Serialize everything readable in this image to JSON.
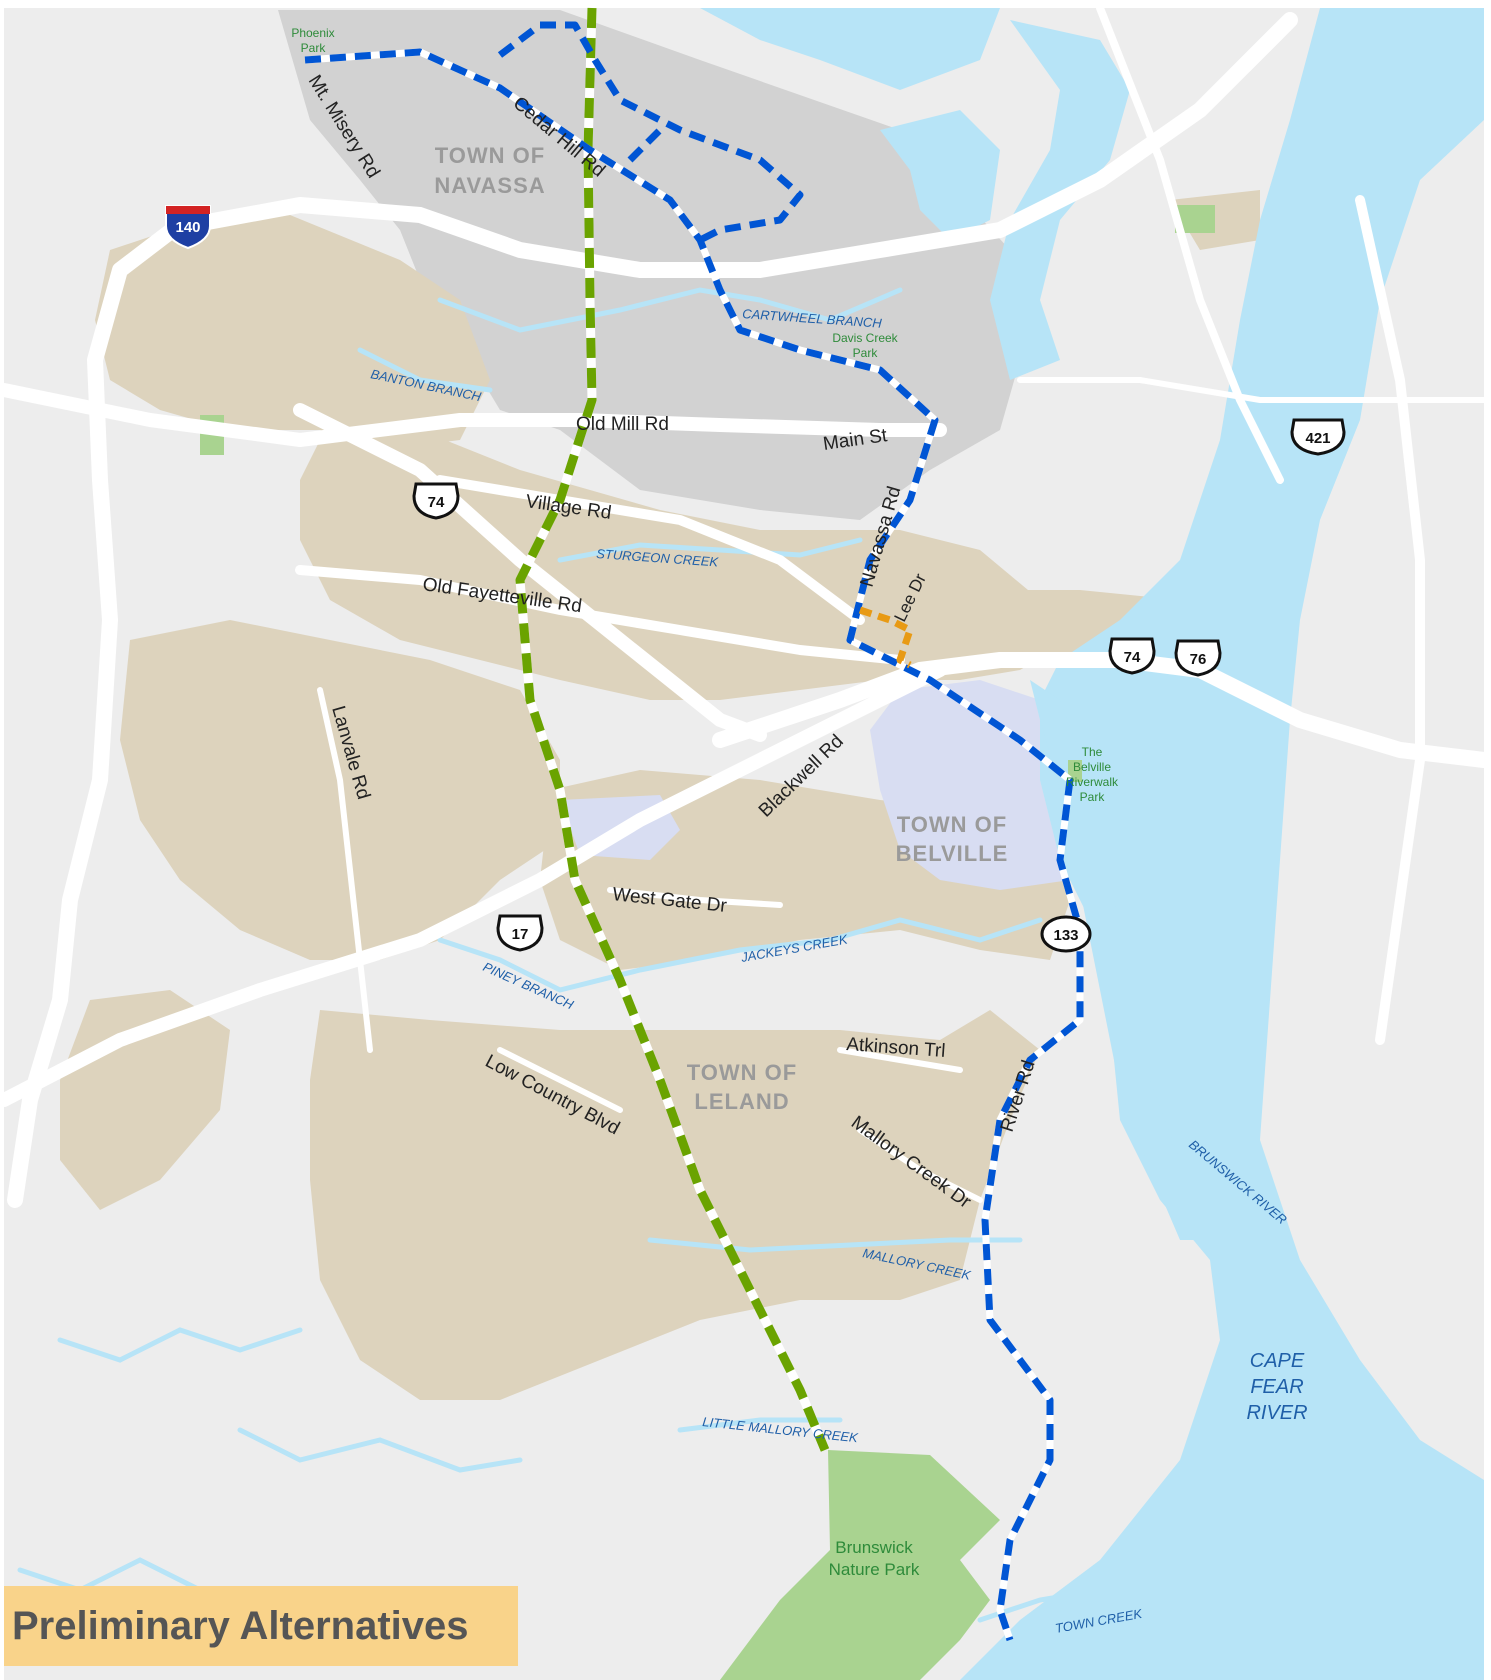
{
  "title": "Preliminary Alternatives",
  "colors": {
    "background": "#ededed",
    "water": "#b7e4f7",
    "urban": "#ddd3bd",
    "navassa_area": "#d2d2d2",
    "belville_area": "#d8ddf2",
    "park": "#a9d390",
    "road": "#ffffff",
    "alternative_blue": "#0055d4",
    "alternative_green": "#6aa300",
    "alternative_orange": "#e89a14",
    "title_bg": "#f9d38a"
  },
  "towns": [
    {
      "line1": "TOWN OF",
      "line2": "NAVASSA"
    },
    {
      "line1": "TOWN OF",
      "line2": "BELVILLE"
    },
    {
      "line1": "TOWN OF",
      "line2": "LELAND"
    }
  ],
  "roads": {
    "mt_misery": "Mt. Misery Rd",
    "cedar_hill": "Cedar Hill Rd",
    "old_mill": "Old Mill Rd",
    "main_st": "Main St",
    "village": "Village Rd",
    "old_fayetteville": "Old Fayetteville Rd",
    "navassa": "Navassa Rd",
    "lee": "Lee Dr",
    "blackwell": "Blackwell Rd",
    "lanvale": "Lanvale Rd",
    "west_gate": "West Gate Dr",
    "atkinson": "Atkinson Trl",
    "low_country": "Low Country Blvd",
    "mallory_creek_dr": "Mallory Creek Dr",
    "river_rd": "River Rd"
  },
  "water": {
    "cartwheel": "CARTWHEEL BRANCH",
    "banton": "BANTON BRANCH",
    "sturgeon": "STURGEON CREEK",
    "jackeys": "JACKEYS CREEK",
    "piney": "PINEY BRANCH",
    "mallory": "MALLORY CREEK",
    "little_mallory": "LITTLE MALLORY CREEK",
    "town_creek": "TOWN CREEK",
    "brunswick": "BRUNSWICK RIVER",
    "cape_fear": [
      "CAPE",
      "FEAR",
      "RIVER"
    ]
  },
  "parks": {
    "phoenix": [
      "Phoenix",
      "Park"
    ],
    "davis_creek": [
      "Davis Creek",
      "Park"
    ],
    "belville_riverwalk": [
      "The",
      "Belville",
      "Riverwalk",
      "Park"
    ],
    "brunswick_nature": [
      "Brunswick",
      "Nature Park"
    ]
  },
  "shields": {
    "i140": "140",
    "us74_west": "74",
    "us74_east": "74",
    "us76": "76",
    "us421": "421",
    "us17": "17",
    "nc133": "133"
  },
  "icons": {
    "interstate": "interstate-shield-icon",
    "us_route": "us-route-shield-icon",
    "state_route": "state-route-shield-icon"
  }
}
